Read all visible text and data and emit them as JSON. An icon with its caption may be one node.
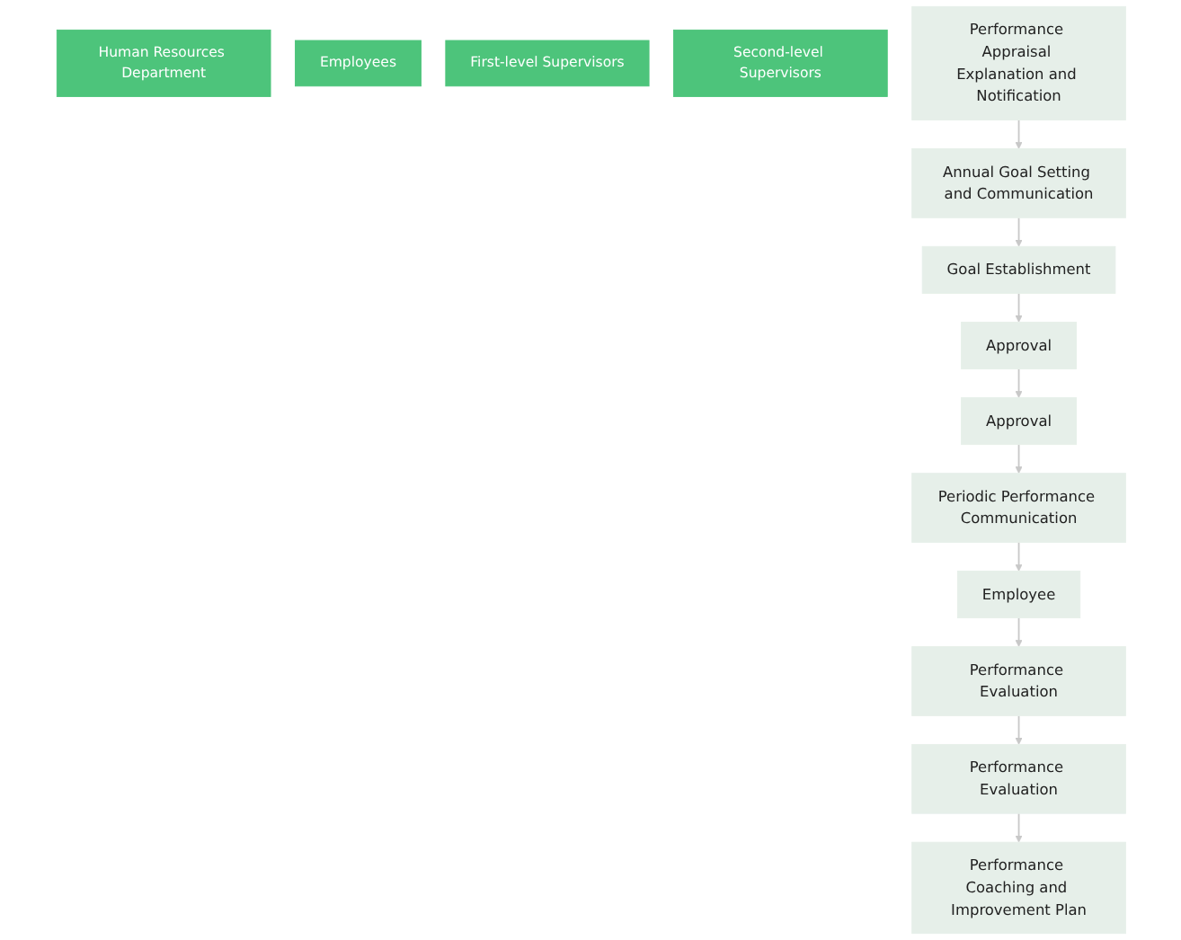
{
  "diagram": {
    "nodes": [
      {
        "text": [
          "Human Resources Department"
        ]
      },
      {
        "text": [
          "Employees"
        ]
      },
      {
        "text": [
          "First-level Supervisors"
        ]
      },
      {
        "text": [
          "Second-level Supervisors"
        ]
      },
      {
        "text": [
          "Performance Appraisal Explanation and Notification"
        ]
      },
      {
        "text": [
          "Annual Goal Setting and Communication"
        ]
      },
      {
        "text": [
          "Goal Establishment"
        ]
      },
      {
        "text": [
          "Approval"
        ]
      },
      {
        "text": [
          "Approval"
        ]
      },
      {
        "text": [
          "Periodic Performance Communication"
        ]
      },
      {
        "text": [
          "Employee"
        ]
      },
      {
        "text": [
          "Performance Evaluation"
        ]
      },
      {
        "text": [
          "Performance Evaluation"
        ]
      },
      {
        "text": [
          "Performance Coaching and Improvement Plan"
        ]
      }
    ],
    "edges": [
      {
        "from": 4,
        "to": 5,
        "arrow": "to"
      },
      {
        "from": 5,
        "to": 6,
        "arrow": "to"
      },
      {
        "from": 6,
        "to": 7,
        "arrow": "to"
      },
      {
        "from": 7,
        "to": 8,
        "arrow": "to"
      },
      {
        "from": 8,
        "to": 9,
        "arrow": "to"
      },
      {
        "from": 9,
        "to": 10,
        "arrow": "to"
      },
      {
        "from": 10,
        "to": 11,
        "arrow": "to"
      },
      {
        "from": 11,
        "to": 12,
        "arrow": "to"
      },
      {
        "from": 12,
        "to": 13,
        "arrow": "to"
      }
    ]
  }
}
